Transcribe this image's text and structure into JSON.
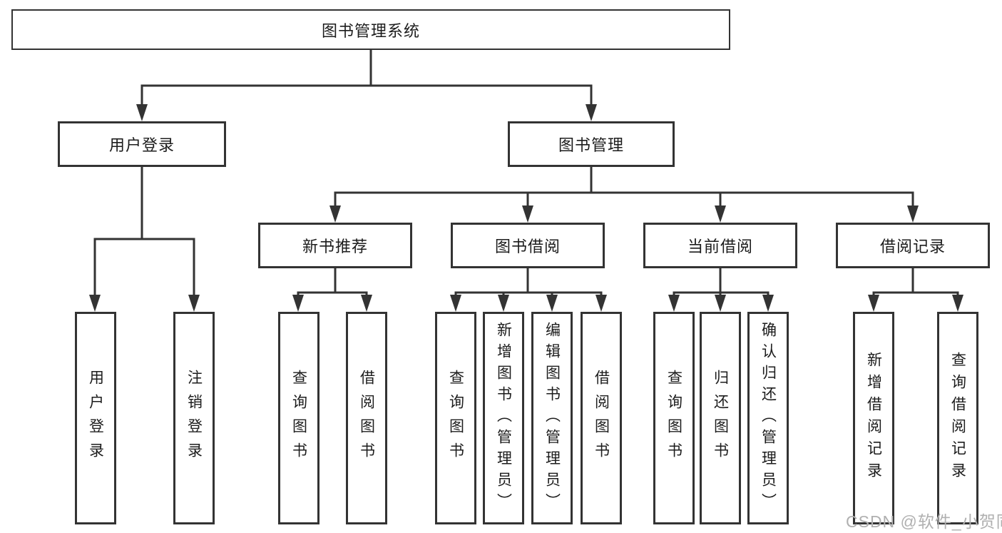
{
  "diagram": {
    "root": {
      "label": "图书管理系统"
    },
    "branches": [
      {
        "label": "用户登录",
        "children": [
          {
            "label": "用户登录"
          },
          {
            "label": "注销登录"
          }
        ]
      },
      {
        "label": "图书管理",
        "children": [
          {
            "label": "新书推荐",
            "children": [
              {
                "label": "查询图书"
              },
              {
                "label": "借阅图书"
              }
            ]
          },
          {
            "label": "图书借阅",
            "children": [
              {
                "label": "查询图书"
              },
              {
                "label": "新增图书（管理员）"
              },
              {
                "label": "编辑图书（管理员）"
              },
              {
                "label": "借阅图书"
              }
            ]
          },
          {
            "label": "当前借阅",
            "children": [
              {
                "label": "查询图书"
              },
              {
                "label": "归还图书"
              },
              {
                "label": "确认归还（管理员）"
              }
            ]
          },
          {
            "label": "借阅记录",
            "children": [
              {
                "label": "新增借阅记录"
              },
              {
                "label": "查询借阅记录"
              }
            ]
          }
        ]
      }
    ]
  },
  "watermark": {
    "text": "CSDN @软件_小贺同学"
  },
  "colors": {
    "line": "#333333",
    "text": "#1c1c1c",
    "watermark": "#b0b0b0",
    "background": "#ffffff"
  }
}
